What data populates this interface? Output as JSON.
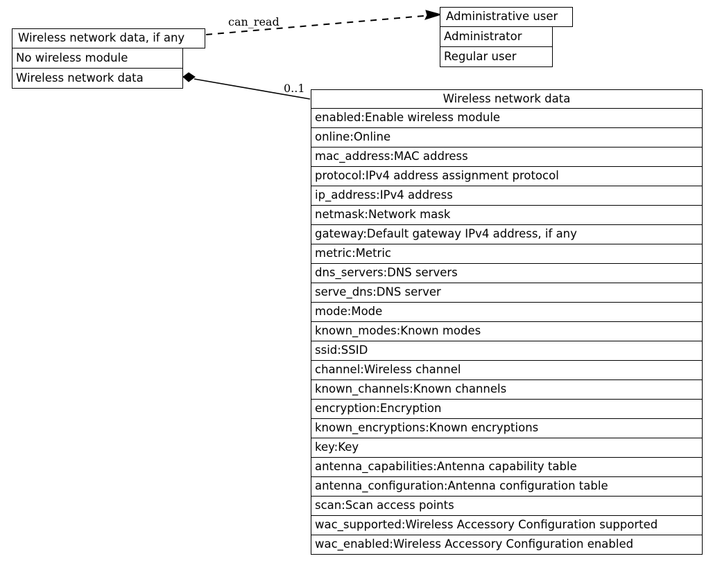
{
  "diagram": {
    "type": "uml-class-diagram",
    "title": "Wireless network data",
    "background": "#ffffff",
    "line_color": "#000000",
    "text_color": "#000000"
  },
  "nodes": {
    "wireless_enum": {
      "name": "Wireless network data, if any",
      "title": "Wireless network data, if any",
      "members": [
        "No wireless module",
        "Wireless network data"
      ]
    },
    "admin_user": {
      "name": "Administrative user",
      "title": "Administrative user",
      "members": [
        "Administrator",
        "Regular user"
      ]
    },
    "wireless_class": {
      "name": "Wireless network data",
      "title": "Wireless network data",
      "attributes": [
        "enabled:Enable wireless module",
        "online:Online",
        "mac_address:MAC address",
        "protocol:IPv4 address assignment protocol",
        "ip_address:IPv4 address",
        "netmask:Network mask",
        "gateway:Default gateway IPv4 address, if any",
        "metric:Metric",
        "dns_servers:DNS servers",
        "serve_dns:DNS server",
        "mode:Mode",
        "known_modes:Known modes",
        "ssid:SSID",
        "channel:Wireless channel",
        "known_channels:Known channels",
        "encryption:Encryption",
        "known_encryptions:Known encryptions",
        "key:Key",
        "antenna_capabilities:Antenna capability table",
        "antenna_configuration:Antenna configuration table",
        "scan:Scan access points",
        "wac_supported:Wireless Accessory Configuration supported",
        "wac_enabled:Wireless Accessory Configuration enabled"
      ]
    }
  },
  "edges": {
    "can_read": {
      "label": "can_read",
      "style": "dashed",
      "arrow": "open-arrow",
      "from": "wireless_enum",
      "to": "admin_user"
    },
    "composition": {
      "label": "0..1",
      "style": "solid",
      "arrow": "filled-diamond",
      "from": "wireless_enum",
      "to": "wireless_class"
    }
  }
}
